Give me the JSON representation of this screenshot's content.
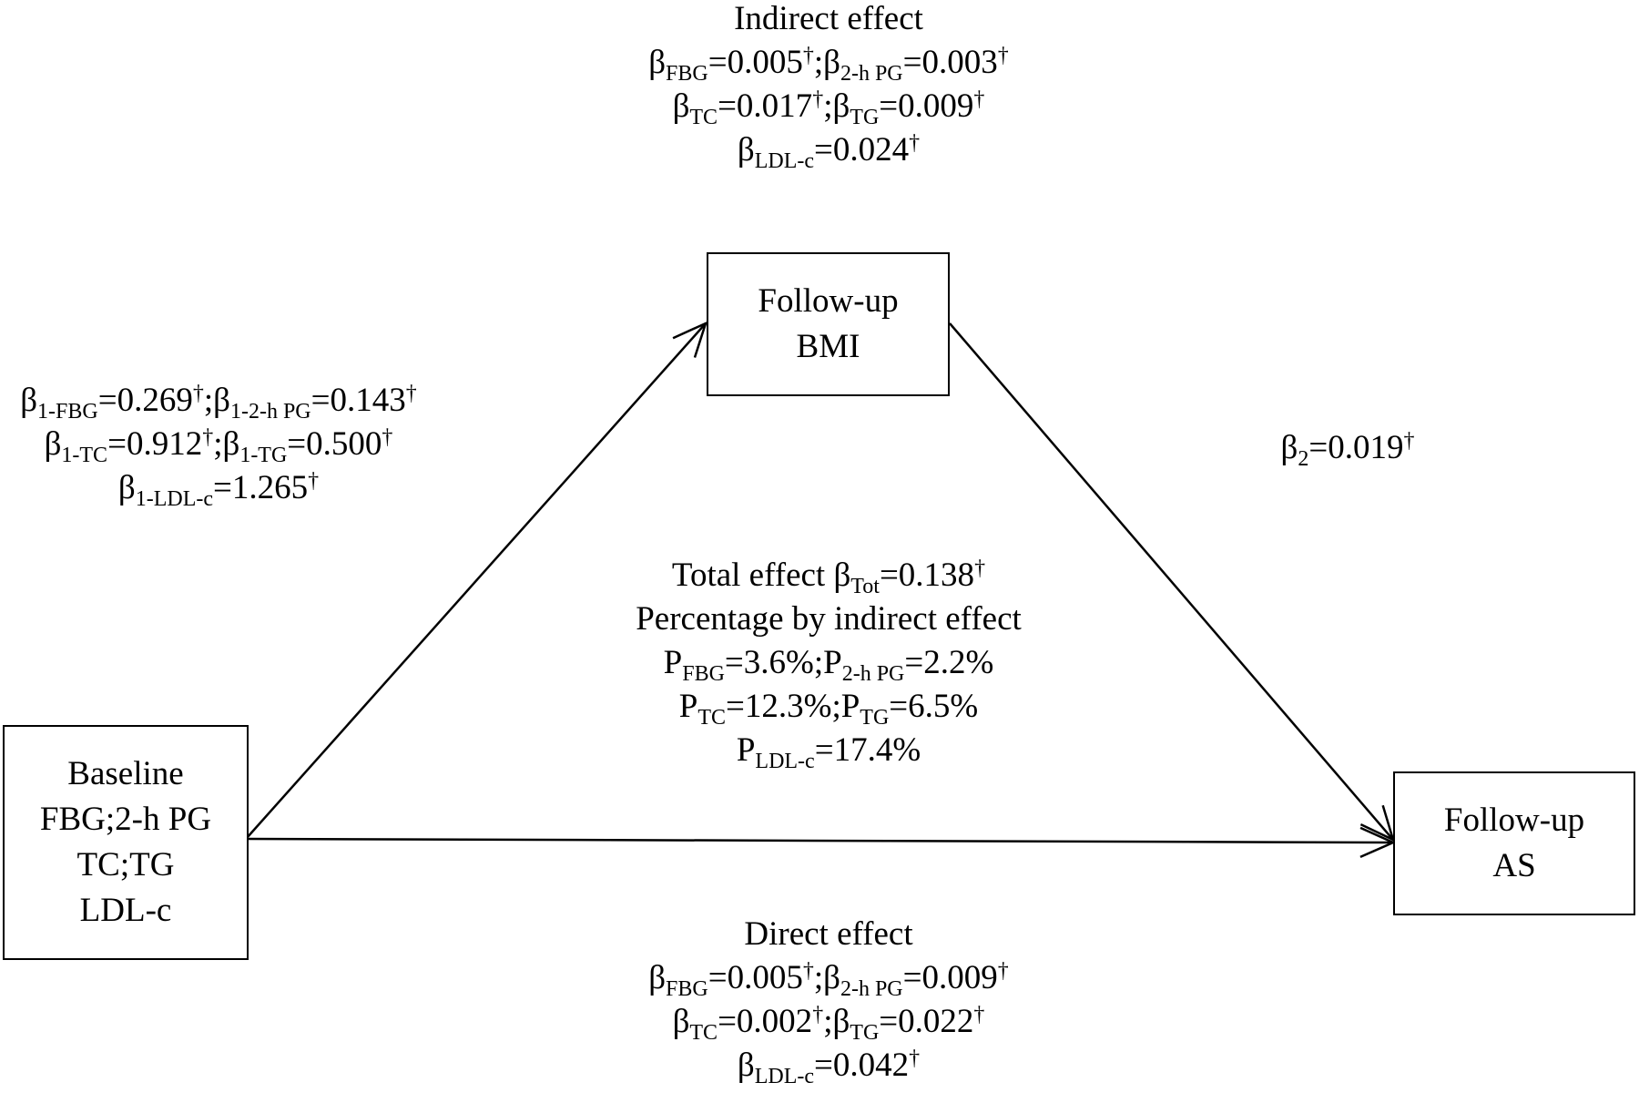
{
  "boxes": {
    "baseline": [
      "Baseline",
      "FBG;2-h PG",
      "TC;TG",
      "LDL-c"
    ],
    "bmi": [
      "Follow-up",
      "BMI"
    ],
    "as": [
      "Follow-up",
      "AS"
    ]
  },
  "indirect_effect": {
    "title": "Indirect effect",
    "lines": [
      [
        {
          "t": "β"
        },
        {
          "sub": "FBG"
        },
        {
          "t": "=0.005"
        },
        {
          "sup": "†"
        },
        {
          "t": ";β"
        },
        {
          "sub": "2-h PG"
        },
        {
          "t": "=0.003"
        },
        {
          "sup": "†"
        }
      ],
      [
        {
          "t": "β"
        },
        {
          "sub": "TC"
        },
        {
          "t": "=0.017"
        },
        {
          "sup": "†"
        },
        {
          "t": ";β"
        },
        {
          "sub": "TG"
        },
        {
          "t": "=0.009"
        },
        {
          "sup": "†"
        }
      ],
      [
        {
          "t": "β"
        },
        {
          "sub": "LDL-c"
        },
        {
          "t": "=0.024"
        },
        {
          "sup": "†"
        }
      ]
    ]
  },
  "path_a": {
    "lines": [
      [
        {
          "t": "β"
        },
        {
          "sub": "1-FBG"
        },
        {
          "t": "=0.269"
        },
        {
          "sup": "†"
        },
        {
          "t": ";β"
        },
        {
          "sub": "1-2-h PG"
        },
        {
          "t": "=0.143"
        },
        {
          "sup": "†"
        }
      ],
      [
        {
          "t": "β"
        },
        {
          "sub": "1-TC"
        },
        {
          "t": "=0.912"
        },
        {
          "sup": "†"
        },
        {
          "t": ";β"
        },
        {
          "sub": "1-TG"
        },
        {
          "t": "=0.500"
        },
        {
          "sup": "†"
        }
      ],
      [
        {
          "t": "β"
        },
        {
          "sub": "1-LDL-c"
        },
        {
          "t": "=1.265"
        },
        {
          "sup": "†"
        }
      ]
    ]
  },
  "path_b": {
    "lines": [
      [
        {
          "t": "β"
        },
        {
          "sub": "2"
        },
        {
          "t": "=0.019"
        },
        {
          "sup": "†"
        }
      ]
    ]
  },
  "total_effect": {
    "lines": [
      [
        {
          "t": "Total effect β"
        },
        {
          "sub": "Tot"
        },
        {
          "t": "=0.138"
        },
        {
          "sup": "†"
        }
      ],
      [
        {
          "t": "Percentage by indirect effect"
        }
      ],
      [
        {
          "t": "P"
        },
        {
          "sub": "FBG"
        },
        {
          "t": "=3.6%;P"
        },
        {
          "sub": "2-h PG"
        },
        {
          "t": "=2.2%"
        }
      ],
      [
        {
          "t": "P"
        },
        {
          "sub": "TC"
        },
        {
          "t": "=12.3%;P"
        },
        {
          "sub": "TG"
        },
        {
          "t": "=6.5%"
        }
      ],
      [
        {
          "t": "P"
        },
        {
          "sub": "LDL-c"
        },
        {
          "t": "=17.4%"
        }
      ]
    ]
  },
  "direct_effect": {
    "title": "Direct effect",
    "lines": [
      [
        {
          "t": "β"
        },
        {
          "sub": "FBG"
        },
        {
          "t": "=0.005"
        },
        {
          "sup": "†"
        },
        {
          "t": ";β"
        },
        {
          "sub": "2-h PG"
        },
        {
          "t": "=0.009"
        },
        {
          "sup": "†"
        }
      ],
      [
        {
          "t": "β"
        },
        {
          "sub": "TC"
        },
        {
          "t": "=0.002"
        },
        {
          "sup": "†"
        },
        {
          "t": ";β"
        },
        {
          "sub": "TG"
        },
        {
          "t": "=0.022"
        },
        {
          "sup": "†"
        }
      ],
      [
        {
          "t": "β"
        },
        {
          "sub": "LDL-c"
        },
        {
          "t": "=0.042"
        },
        {
          "sup": "†"
        }
      ]
    ]
  },
  "colors": {
    "ink": "#000000",
    "background": "#ffffff"
  }
}
